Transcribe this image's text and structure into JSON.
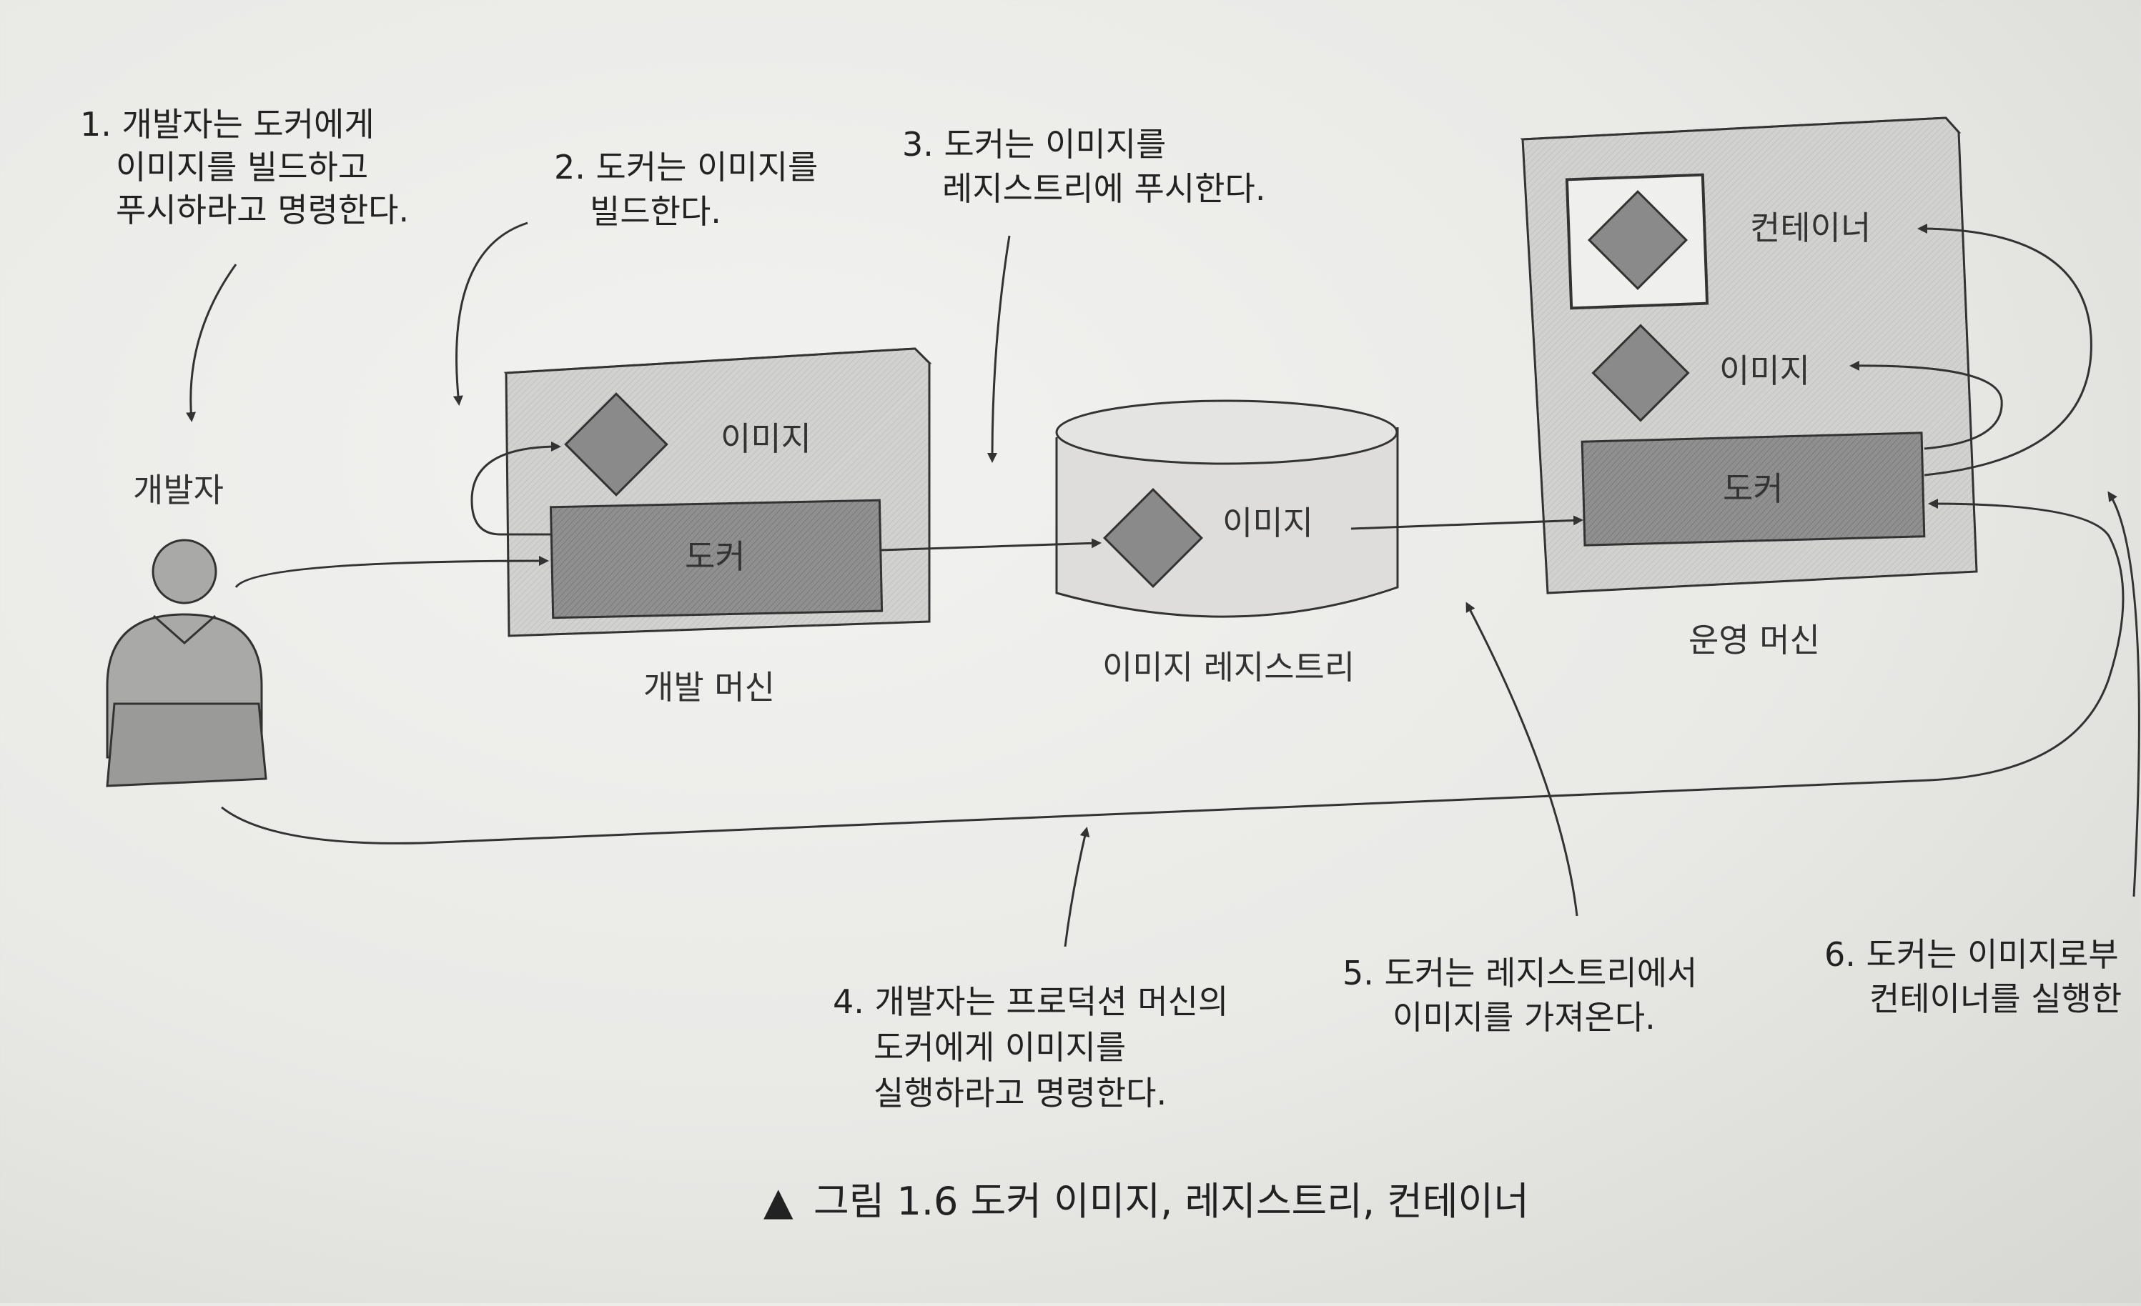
{
  "steps": {
    "s1": [
      "1. 개발자는 도커에게",
      "이미지를 빌드하고",
      "푸시하라고 명령한다."
    ],
    "s2": [
      "2. 도커는 이미지를",
      "빌드한다."
    ],
    "s3": [
      "3. 도커는 이미지를",
      "레지스트리에 푸시한다."
    ],
    "s4": [
      "4. 개발자는 프로덕션 머신의",
      "도커에게 이미지를",
      "실행하라고 명령한다."
    ],
    "s5": [
      "5. 도커는 레지스트리에서",
      "이미지를 가져온다."
    ],
    "s6": [
      "6. 도커는 이미지로부",
      "컨테이너를 실행한"
    ]
  },
  "labels": {
    "developer": "개발자",
    "dev_machine": "개발 머신",
    "registry": "이미지 레지스트리",
    "prod_machine": "운영 머신",
    "image": "이미지",
    "docker": "도커",
    "container": "컨테이너"
  },
  "caption": {
    "marker": "▲",
    "text": "그림 1.6 도커 이미지, 레지스트리, 컨테이너"
  },
  "colors": {
    "box_fill": "#cfcfcd",
    "docker_fill": "#8e8e8e",
    "diamond_fill": "#8a8a8a",
    "line": "#333333"
  }
}
